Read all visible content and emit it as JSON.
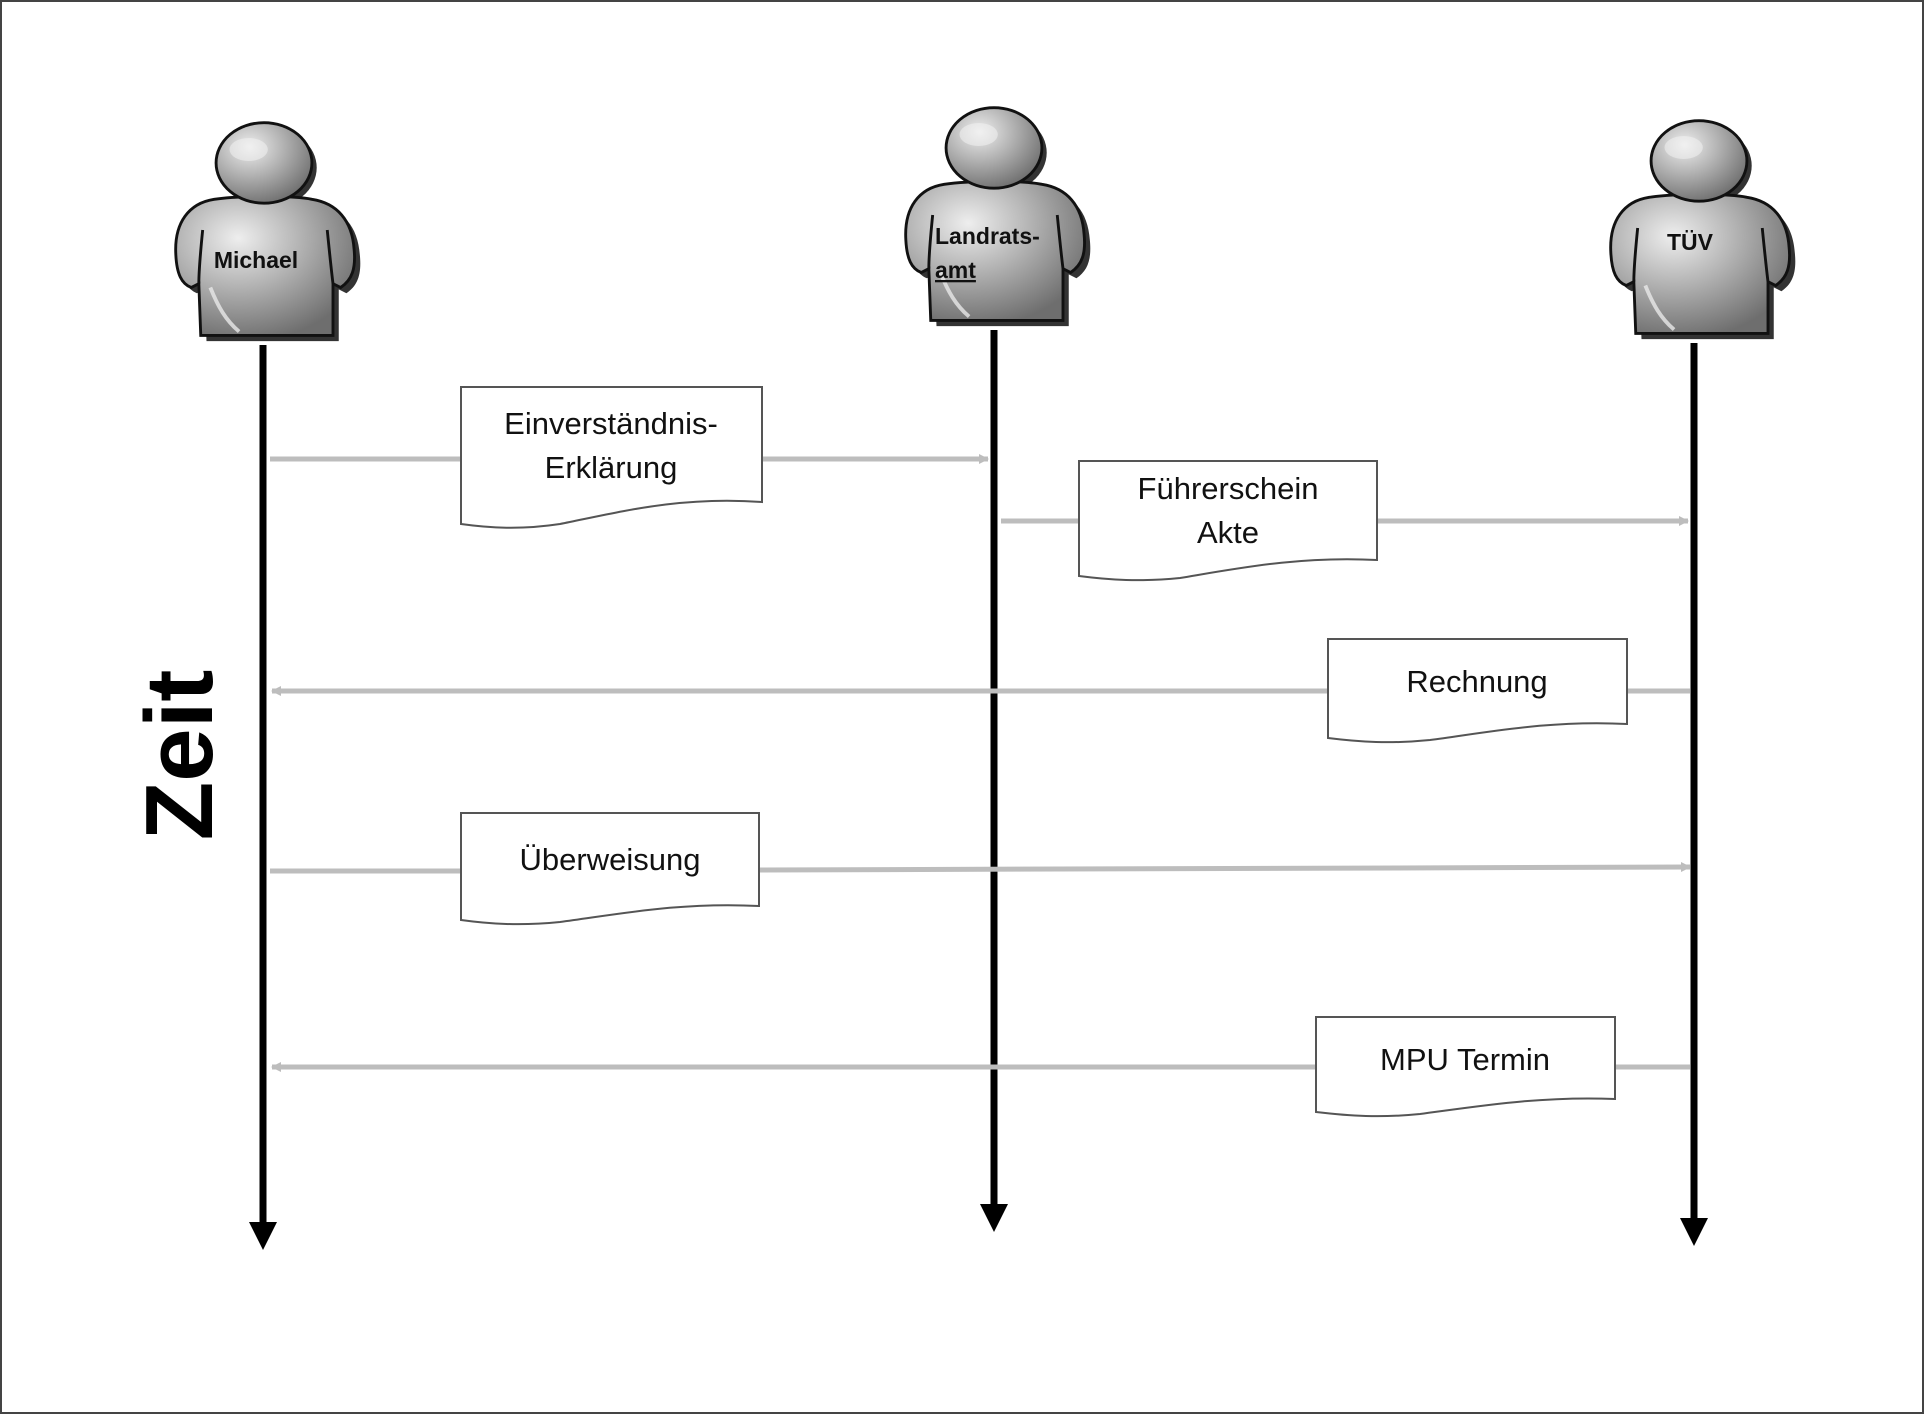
{
  "actors": {
    "michael": {
      "label": "Michael"
    },
    "landratsamt": {
      "line1": "Landrats-",
      "line2": "amt"
    },
    "tuev": {
      "label": "TÜV"
    }
  },
  "messages": {
    "einverstaendnis": {
      "line1": "Einverständnis-",
      "line2": "Erklärung"
    },
    "fuehrerschein": {
      "line1": "Führerschein",
      "line2": "Akte"
    },
    "rechnung": {
      "label": "Rechnung"
    },
    "ueberweisung": {
      "label": "Überweisung"
    },
    "mpu": {
      "label": "MPU Termin"
    }
  },
  "time_axis": {
    "label": "Zeit"
  },
  "colors": {
    "lifeline": "#000000",
    "message_arrow": "#bdbdbd",
    "actor_fill": "#a9a9a9",
    "document_border": "#555555"
  }
}
